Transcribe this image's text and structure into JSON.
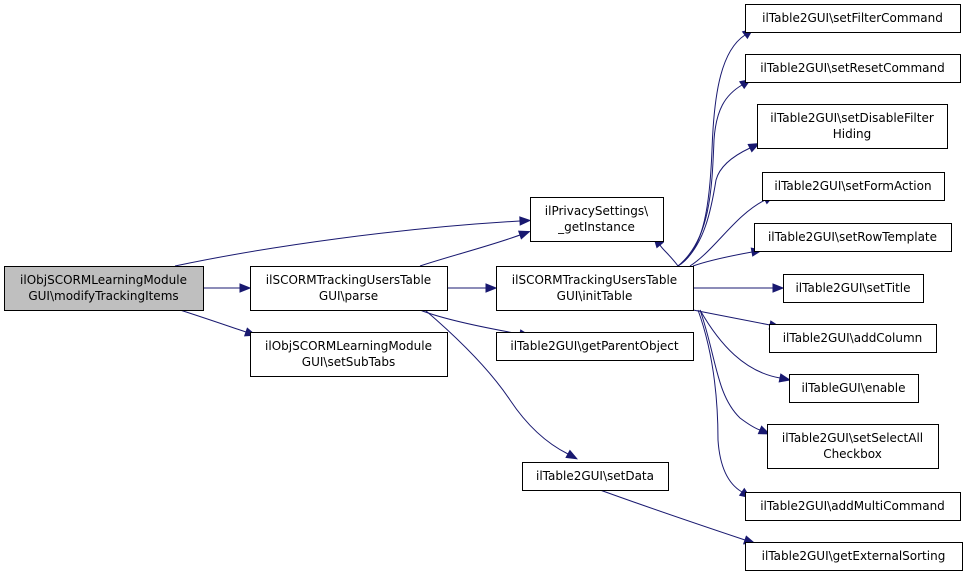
{
  "colors": {
    "edge": "#191970",
    "node_fill": "#ffffff",
    "root_fill": "#bfbfbf",
    "node_stroke": "#000000"
  },
  "nodes": [
    {
      "id": "root",
      "lines": [
        "ilObjSCORMLearningModule",
        "GUI\\modifyTrackingItems"
      ],
      "highlight": true
    },
    {
      "id": "parse",
      "lines": [
        "ilSCORMTrackingUsersTable",
        "GUI\\parse"
      ]
    },
    {
      "id": "setsubtabs",
      "lines": [
        "ilObjSCORMLearningModule",
        "GUI\\setSubTabs"
      ]
    },
    {
      "id": "privacy",
      "lines": [
        "ilPrivacySettings\\",
        "_getInstance"
      ]
    },
    {
      "id": "inittable",
      "lines": [
        "ilSCORMTrackingUsersTable",
        "GUI\\initTable"
      ]
    },
    {
      "id": "getparent",
      "lines": [
        "ilTable2GUI\\getParentObject"
      ]
    },
    {
      "id": "setdata",
      "lines": [
        "ilTable2GUI\\setData"
      ]
    },
    {
      "id": "setfilter",
      "lines": [
        "ilTable2GUI\\setFilterCommand"
      ]
    },
    {
      "id": "setreset",
      "lines": [
        "ilTable2GUI\\setResetCommand"
      ]
    },
    {
      "id": "setdisable",
      "lines": [
        "ilTable2GUI\\setDisableFilter",
        "Hiding"
      ]
    },
    {
      "id": "setform",
      "lines": [
        "ilTable2GUI\\setFormAction"
      ]
    },
    {
      "id": "setrow",
      "lines": [
        "ilTable2GUI\\setRowTemplate"
      ]
    },
    {
      "id": "settitle",
      "lines": [
        "ilTable2GUI\\setTitle"
      ]
    },
    {
      "id": "addcolumn",
      "lines": [
        "ilTable2GUI\\addColumn"
      ]
    },
    {
      "id": "enable",
      "lines": [
        "ilTableGUI\\enable"
      ]
    },
    {
      "id": "setselect",
      "lines": [
        "ilTable2GUI\\setSelectAll",
        "Checkbox"
      ]
    },
    {
      "id": "addmulti",
      "lines": [
        "ilTable2GUI\\addMultiCommand"
      ]
    },
    {
      "id": "getexternal",
      "lines": [
        "ilTable2GUI\\getExternalSorting"
      ]
    }
  ],
  "edges": [
    {
      "from": "root",
      "to": "parse"
    },
    {
      "from": "root",
      "to": "privacy"
    },
    {
      "from": "root",
      "to": "setsubtabs"
    },
    {
      "from": "parse",
      "to": "privacy"
    },
    {
      "from": "parse",
      "to": "inittable"
    },
    {
      "from": "parse",
      "to": "getparent"
    },
    {
      "from": "parse",
      "to": "setdata"
    },
    {
      "from": "inittable",
      "to": "setfilter"
    },
    {
      "from": "inittable",
      "to": "setreset"
    },
    {
      "from": "inittable",
      "to": "setdisable"
    },
    {
      "from": "inittable",
      "to": "setform"
    },
    {
      "from": "inittable",
      "to": "setrow"
    },
    {
      "from": "inittable",
      "to": "settitle"
    },
    {
      "from": "inittable",
      "to": "addcolumn"
    },
    {
      "from": "inittable",
      "to": "enable"
    },
    {
      "from": "inittable",
      "to": "setselect"
    },
    {
      "from": "inittable",
      "to": "addmulti"
    },
    {
      "from": "inittable",
      "to": "privacy"
    },
    {
      "from": "setdata",
      "to": "getexternal"
    }
  ]
}
